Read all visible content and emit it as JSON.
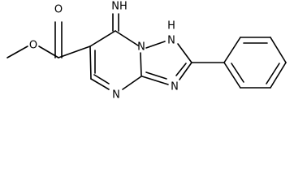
{
  "molecule": {
    "atoms": {
      "carbonyl_oxygen": "O",
      "ester_oxygen": "O",
      "imine": "NH",
      "ring_nh": "N",
      "ring_nh_h": "H",
      "bridge_n": "N",
      "n_bottom": "N",
      "n_triazole": "N"
    },
    "colors": {
      "bond": "#000000",
      "label": "#000000",
      "background": "#ffffff"
    }
  }
}
